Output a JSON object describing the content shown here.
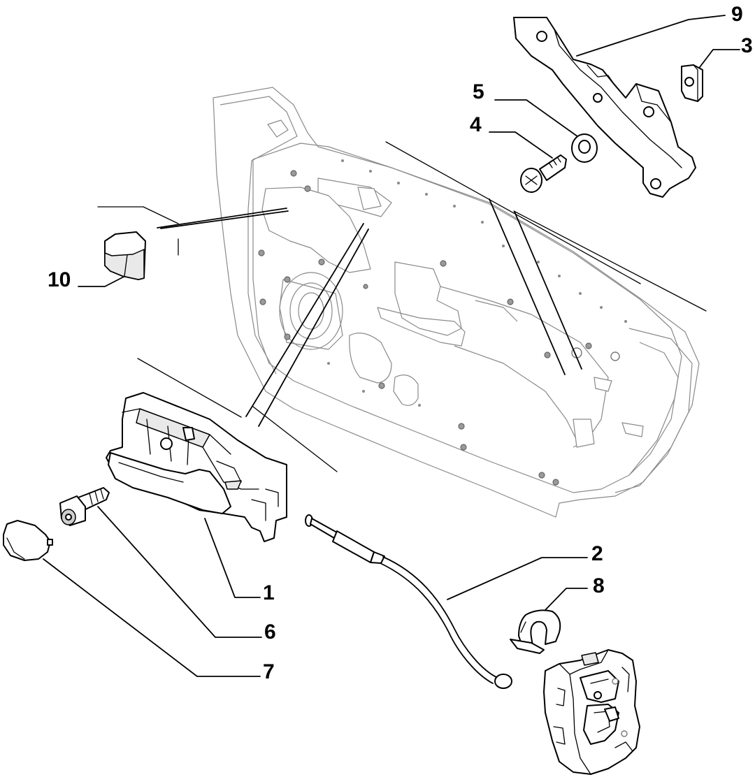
{
  "labels": {
    "l1": "1",
    "l2": "2",
    "l3": "3",
    "l4": "4",
    "l5": "5",
    "l6": "6",
    "l7": "7",
    "l8": "8",
    "l9": "9",
    "l10": "10"
  },
  "colors": {
    "line": "#000000",
    "faint_line": "#8a8a8a",
    "background": "#ffffff"
  }
}
